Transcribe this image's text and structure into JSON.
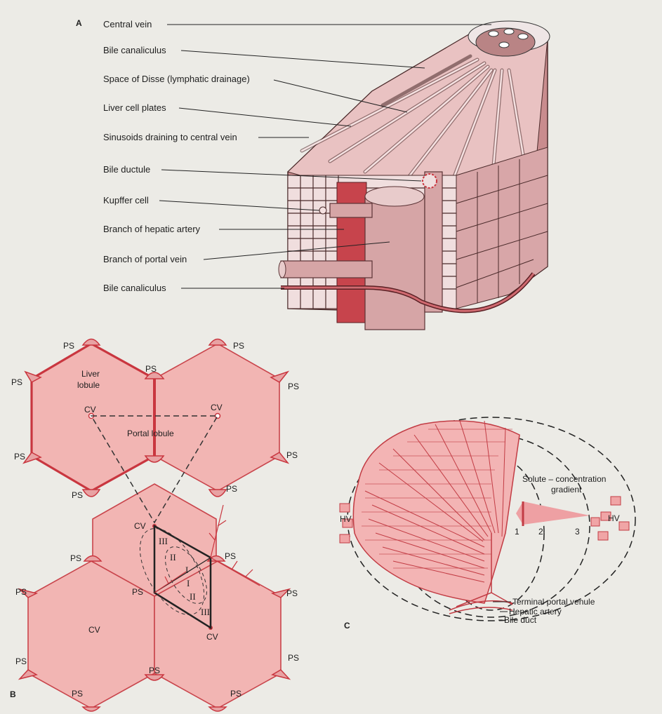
{
  "panels": {
    "a": "A",
    "b": "B",
    "c": "C"
  },
  "panel_a": {
    "labels": [
      "Central vein",
      "Bile canaliculus",
      "Space of Disse (lymphatic drainage)",
      "Liver cell plates",
      "Sinusoids draining to central vein",
      "Bile ductule",
      "Kupffer cell",
      "Branch of hepatic artery",
      "Branch of portal vein",
      "Bile canaliculus"
    ]
  },
  "panel_b": {
    "ps": "PS",
    "cv": "CV",
    "liver_lobule_1": "Liver",
    "liver_lobule_2": "lobule",
    "portal_lobule": "Portal lobule",
    "zone_1": "I",
    "zone_2": "II",
    "zone_3": "III"
  },
  "panel_c": {
    "hv": "HV",
    "gradient_line1": "Solute – concentration",
    "gradient_line2": "gradient",
    "zone_1": "1",
    "zone_2": "2",
    "zone_3": "3",
    "terminal_portal_venule": "Terminal portal venule",
    "hepatic_artery": "Hepatic artery",
    "bile_duct": "Bile duct"
  },
  "colors": {
    "tissue_pink": "#f2b5b3",
    "outline_red": "#c9363f",
    "background": "#ecebe6"
  }
}
